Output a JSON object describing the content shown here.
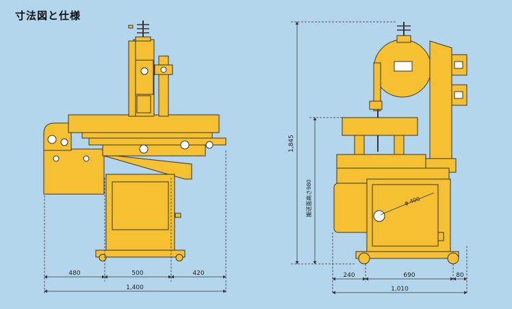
{
  "title": "寸法図と仕様",
  "colors": {
    "background": "#b3d6ec",
    "machine": "#f5c132",
    "outline": "#333333",
    "dim_line": "#333333"
  },
  "front_view": {
    "dim_left": "480",
    "dim_center": "500",
    "dim_right": "420",
    "dim_total": "1,400"
  },
  "side_view": {
    "dim_left": "240",
    "dim_center": "690",
    "dim_right": "80",
    "dim_total": "1,010",
    "height_total": "1,845",
    "table_height_label": "搬送面高さ980",
    "wheel_diameter": "φ 400"
  }
}
